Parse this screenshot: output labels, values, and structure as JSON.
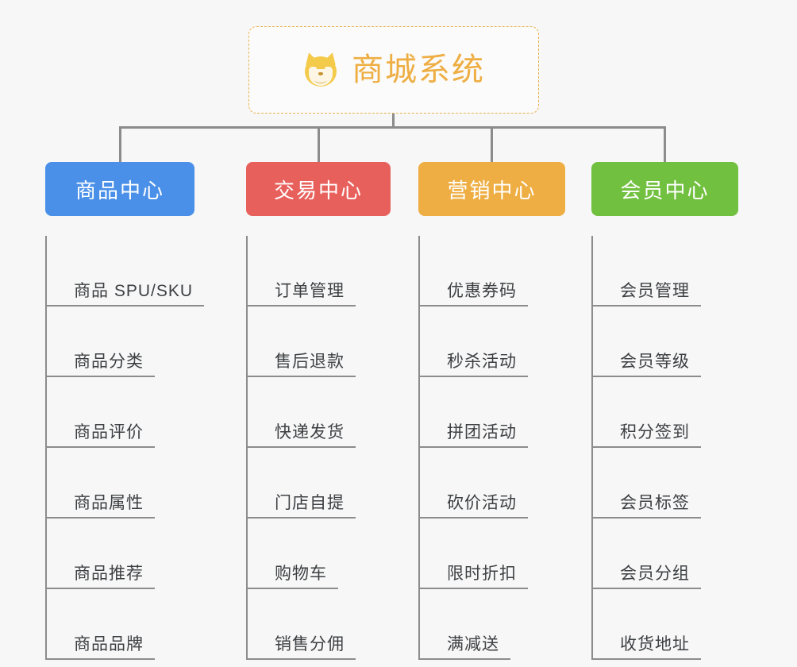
{
  "root": {
    "title": "商城系统",
    "icon": "shiba-dog-face-icon",
    "border_color": "#e9b44c",
    "text_color": "#eeae43",
    "background": "#fbfbfb"
  },
  "canvas": {
    "background": "#f7f7f7",
    "connector_color": "#8c8c8c"
  },
  "categories": [
    {
      "label": "商品中心",
      "color": "#4a90e8",
      "items": [
        "商品 SPU/SKU",
        "商品分类",
        "商品评价",
        "商品属性",
        "商品推荐",
        "商品品牌"
      ]
    },
    {
      "label": "交易中心",
      "color": "#e8605c",
      "items": [
        "订单管理",
        "售后退款",
        "快递发货",
        "门店自提",
        "购物车",
        "销售分佣"
      ]
    },
    {
      "label": "营销中心",
      "color": "#eeae43",
      "items": [
        "优惠券码",
        "秒杀活动",
        "拼团活动",
        "砍价活动",
        "限时折扣",
        "满减送"
      ]
    },
    {
      "label": "会员中心",
      "color": "#72c040",
      "items": [
        "会员管理",
        "会员等级",
        "积分签到",
        "会员标签",
        "会员分组",
        "收货地址"
      ]
    }
  ]
}
